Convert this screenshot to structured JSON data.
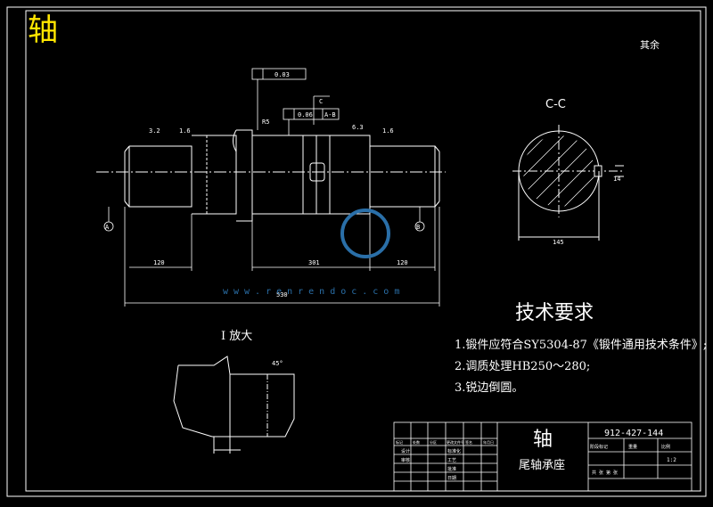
{
  "drawing": {
    "title_corner": "轴",
    "roughness_note": "其余",
    "section_label": "C-C",
    "detail_label": "I 放大"
  },
  "requirements": {
    "heading": "技术要求",
    "items": [
      "1.锻件应符合SY5304-87《锻件通用技术条件》;",
      "2.调质处理HB250～280;",
      "3.锐边倒圆。"
    ]
  },
  "title_block": {
    "part_name": "轴",
    "assembly_name": "尾轴承座",
    "drawing_number": "912-427-144",
    "left_headers": [
      "标记",
      "处数",
      "分区",
      "更改文件号",
      "签名",
      "年月日"
    ],
    "left_rows": [
      [
        "设计",
        "标准化"
      ],
      [
        "审核",
        "工艺"
      ],
      [
        "",
        "批准"
      ],
      [
        "",
        "日期"
      ]
    ],
    "right_headers": [
      "阶段标记",
      "重量",
      "比例"
    ],
    "scale": "1:2",
    "sheet_info": "共 张 第 张"
  },
  "dimensions": {
    "overall_length": "530",
    "left_len": "120",
    "mid_len": "301",
    "right_len": "120",
    "section_width": "145",
    "keyway": "14",
    "fillet": "R5",
    "tol_runout": "0.03",
    "tol_sym": "0.06",
    "datum_ab": "A-B",
    "datum_a": "A",
    "datum_b": "B",
    "datum_c": "C",
    "detail_dim": "45°",
    "ra_values": [
      "3.2",
      "1.6",
      "6.3"
    ],
    "watermark": "www.renrendoc.com"
  }
}
